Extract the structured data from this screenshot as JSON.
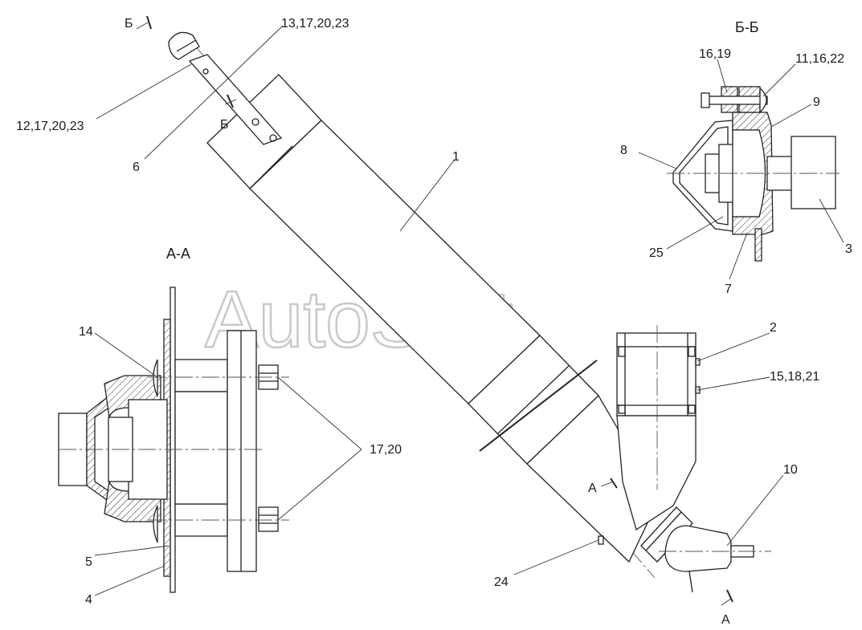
{
  "drawing": {
    "watermark": "AutoSoft",
    "sections": {
      "aa": "А-А",
      "bb": "Б-Б"
    },
    "cut_markers": {
      "b_top": "Б",
      "b_mid": "Б",
      "a_mid": "А",
      "a_bottom": "А"
    },
    "callouts": {
      "c1": "1",
      "c2": "2",
      "c3": "3",
      "c4": "4",
      "c5": "5",
      "c6": "6",
      "c7": "7",
      "c8": "8",
      "c9": "9",
      "c10": "10",
      "c11_16_22": "11,16,22",
      "c12_17_20_23": "12,17,20,23",
      "c13_17_20_23": "13,17,20,23",
      "c14": "14",
      "c15_18_21": "15,18,21",
      "c16_19": "16,19",
      "c17_20": "17,20",
      "c24": "24",
      "c25": "25"
    }
  }
}
